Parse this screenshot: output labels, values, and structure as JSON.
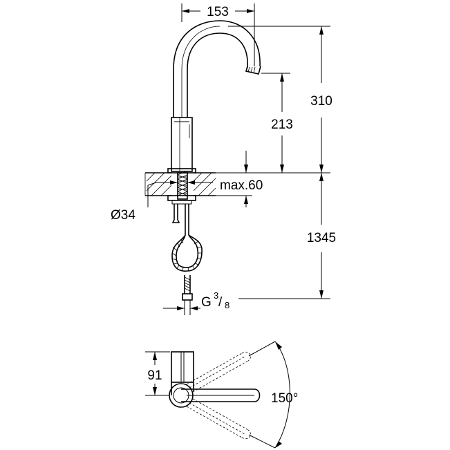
{
  "colors": {
    "line": "#000000",
    "background": "#ffffff",
    "hatch": "#000000"
  },
  "dimensions": {
    "spout_reach": "153",
    "total_height": "310",
    "spout_height": "213",
    "max_thickness": "max.60",
    "hole_diameter": "Ø34",
    "hose_length": "1345",
    "thread_prefix": "G",
    "thread_num": "3",
    "thread_den": "8",
    "top_depth": "91",
    "swivel_angle": "150°"
  }
}
